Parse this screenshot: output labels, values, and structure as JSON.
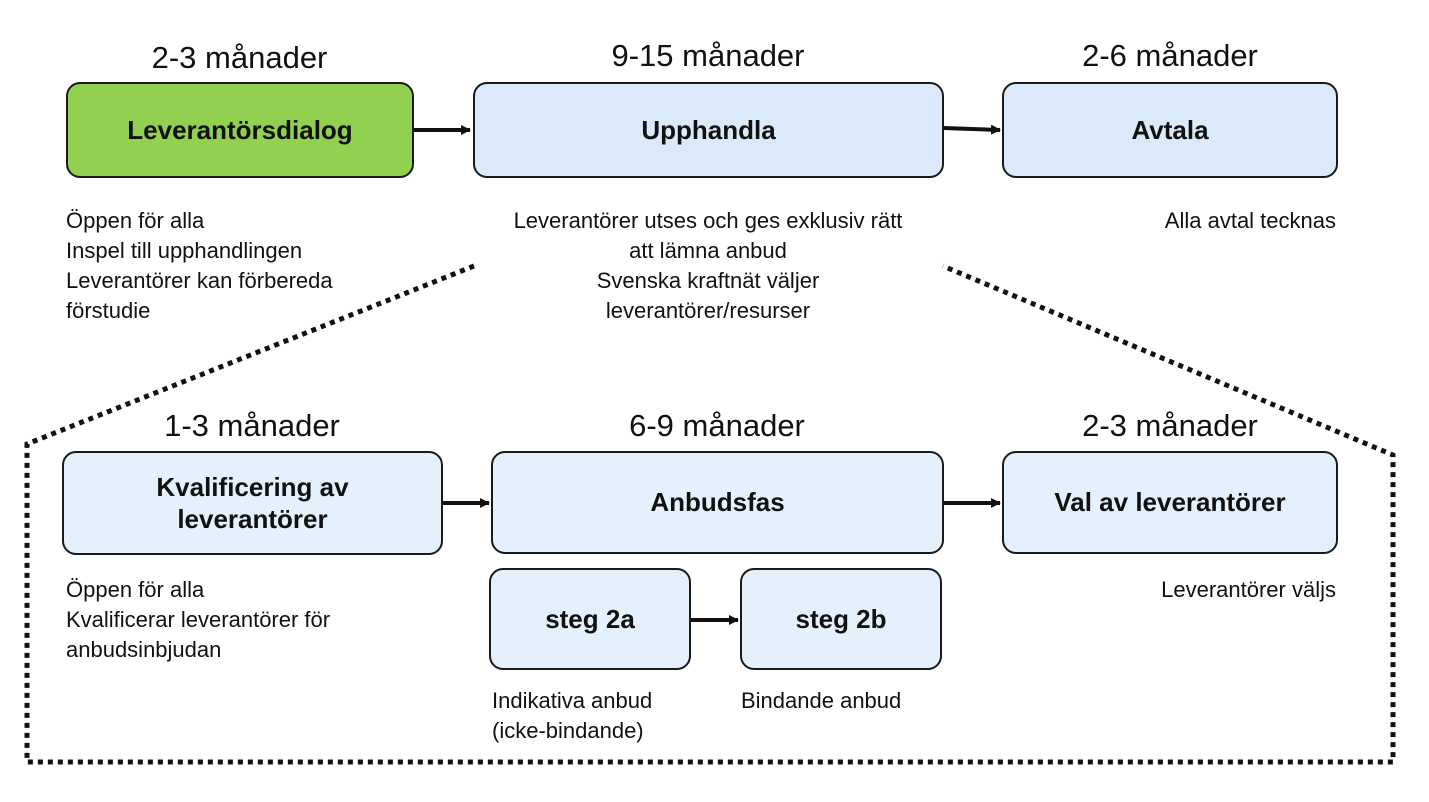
{
  "top": {
    "stages": [
      {
        "duration": "2-3 månader",
        "label": "Leverantörsdialog",
        "desc": [
          "Öppen för alla",
          "Inspel till upphandlingen",
          "Leverantörer kan förbereda",
          "förstudie"
        ]
      },
      {
        "duration": "9-15 månader",
        "label": "Upphandla",
        "desc": [
          "Leverantörer utses och ges exklusiv rätt",
          "att lämna anbud",
          "Svenska kraftnät väljer",
          "leverantörer/resurser"
        ]
      },
      {
        "duration": "2-6 månader",
        "label": "Avtala",
        "desc": [
          "Alla avtal tecknas"
        ]
      }
    ]
  },
  "bottom": {
    "stages": [
      {
        "duration": "1-3 månader",
        "label_lines": [
          "Kvalificering av",
          "leverantörer"
        ],
        "desc": [
          "Öppen för alla",
          "Kvalificerar leverantörer för",
          "anbudsinbjudan"
        ]
      },
      {
        "duration": "6-9 månader",
        "label": "Anbudsfas"
      },
      {
        "duration": "2-3 månader",
        "label": "Val av leverantörer",
        "desc": [
          "Leverantörer väljs"
        ]
      }
    ],
    "substeps": [
      {
        "label": "steg 2a",
        "desc": [
          "Indikativa anbud",
          "(icke-bindande)"
        ]
      },
      {
        "label": "steg 2b",
        "desc": [
          "Bindande anbud"
        ]
      }
    ]
  },
  "colors": {
    "green": "#92d050",
    "blue": "#dbeafb",
    "light_blue": "#e4f1fd",
    "border": "#1a1a1a"
  }
}
